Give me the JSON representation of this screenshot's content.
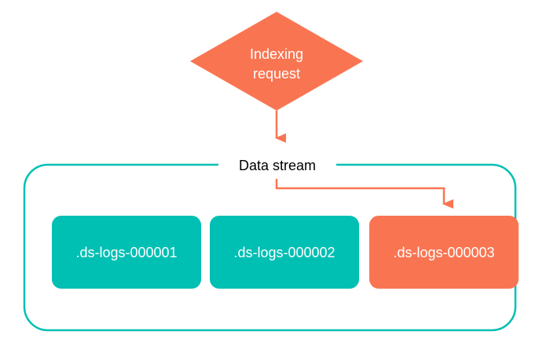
{
  "colors": {
    "accent": "#f97552",
    "teal": "#00bfb3",
    "text_on_shape": "#ffffff",
    "text_dark": "#000000",
    "background": "#ffffff"
  },
  "request": {
    "line1": "Indexing",
    "line2": "request"
  },
  "data_stream": {
    "label": "Data stream",
    "indices": [
      {
        "name": ".ds-logs-000001",
        "is_write_index": false
      },
      {
        "name": ".ds-logs-000002",
        "is_write_index": false
      },
      {
        "name": ".ds-logs-000003",
        "is_write_index": true
      }
    ]
  }
}
